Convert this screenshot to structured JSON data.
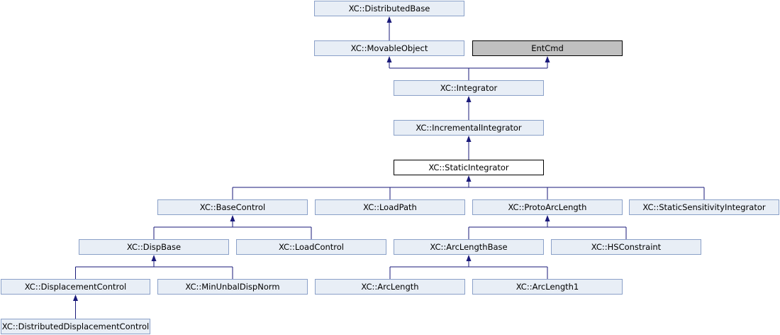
{
  "nodes": {
    "distributed_base": "XC::DistributedBase",
    "movable_object": "XC::MovableObject",
    "ent_cmd": "EntCmd",
    "integrator": "XC::Integrator",
    "incremental_integrator": "XC::IncrementalIntegrator",
    "static_integrator": "XC::StaticIntegrator",
    "base_control": "XC::BaseControl",
    "load_path": "XC::LoadPath",
    "proto_arc_length": "XC::ProtoArcLength",
    "static_sensitivity_integrator": "XC::StaticSensitivityIntegrator",
    "disp_base": "XC::DispBase",
    "load_control": "XC::LoadControl",
    "arc_length_base": "XC::ArcLengthBase",
    "hs_constraint": "XC::HSConstraint",
    "displacement_control": "XC::DisplacementControl",
    "min_unbal_disp_norm": "XC::MinUnbalDispNorm",
    "arc_length": "XC::ArcLength",
    "arc_length1": "XC::ArcLength1",
    "distributed_displacement_control": "XC::DistributedDisplacementControl"
  },
  "edges": [
    {
      "from": "movable_object",
      "to": "distributed_base"
    },
    {
      "from": "integrator",
      "to": "movable_object"
    },
    {
      "from": "integrator",
      "to": "ent_cmd"
    },
    {
      "from": "incremental_integrator",
      "to": "integrator"
    },
    {
      "from": "static_integrator",
      "to": "incremental_integrator"
    },
    {
      "from": "base_control",
      "to": "static_integrator"
    },
    {
      "from": "load_path",
      "to": "static_integrator"
    },
    {
      "from": "proto_arc_length",
      "to": "static_integrator"
    },
    {
      "from": "static_sensitivity_integrator",
      "to": "static_integrator"
    },
    {
      "from": "disp_base",
      "to": "base_control"
    },
    {
      "from": "load_control",
      "to": "base_control"
    },
    {
      "from": "arc_length_base",
      "to": "proto_arc_length"
    },
    {
      "from": "hs_constraint",
      "to": "proto_arc_length"
    },
    {
      "from": "displacement_control",
      "to": "disp_base"
    },
    {
      "from": "min_unbal_disp_norm",
      "to": "disp_base"
    },
    {
      "from": "arc_length",
      "to": "arc_length_base"
    },
    {
      "from": "arc_length1",
      "to": "arc_length_base"
    },
    {
      "from": "distributed_displacement_control",
      "to": "displacement_control"
    }
  ],
  "colors": {
    "node_fill": "#e8eef6",
    "node_border": "#8aa0c8",
    "current_fill": "#ffffff",
    "external_fill": "#c0c0c0",
    "edge": "#1a1a7a"
  }
}
